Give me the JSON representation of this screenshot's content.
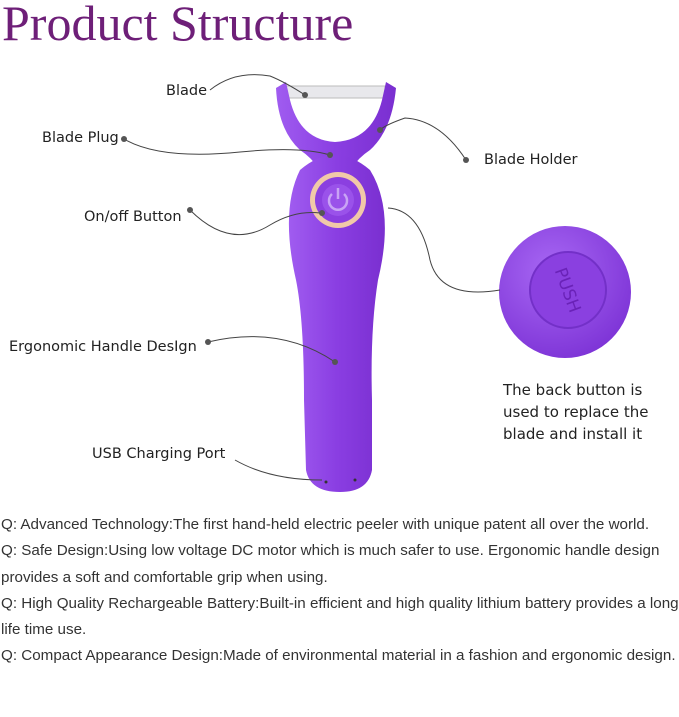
{
  "title": "Product Structure",
  "labels": {
    "blade": "Blade",
    "blade_plug": "Blade Plug",
    "blade_holder": "Blade Holder",
    "onoff": "On/off Button",
    "handle": "Ergonomic Handle DesIgn",
    "usb": "USB Charging Port"
  },
  "push_button_text": "PUSH",
  "back_button_note": "The back button is used to replace the blade and install it",
  "features": [
    "Q: Advanced Technology:The first hand-held electric peeler with unique patent all over the world.",
    "Q: Safe Design:Using low voltage DC motor which is much safer to use. Ergonomic handle design provides a soft and comfortable grip when using.",
    "Q: High Quality Rechargeable Battery:Built-in efficient and high quality lithium battery provides a long life time use.",
    "Q: Compact Appearance Design:Made of environmental material in a fashion and ergonomic design."
  ],
  "colors": {
    "title": "#6e1f78",
    "product": "#8b3fe0",
    "ring": "#f1c9a8"
  }
}
